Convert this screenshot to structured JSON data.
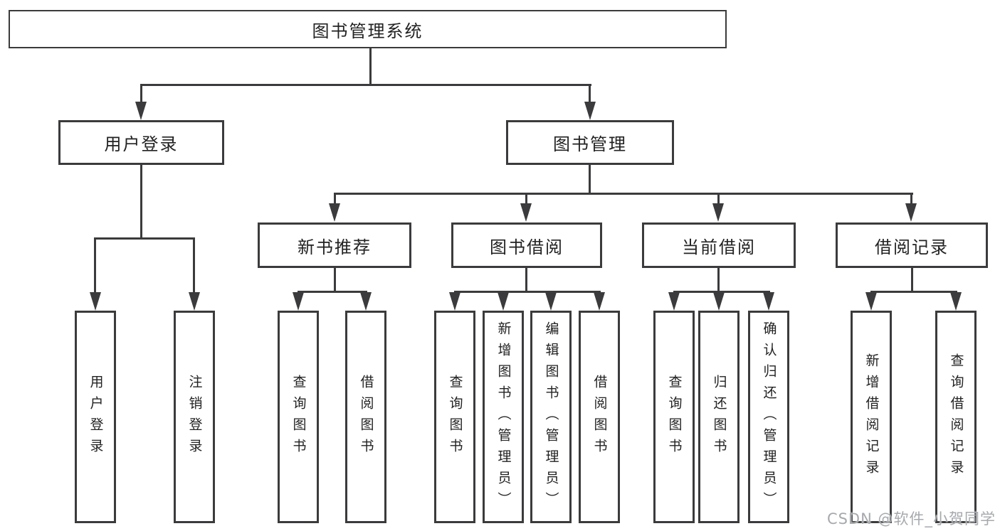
{
  "diagram_title": "图书管理系统",
  "tree": {
    "root": {
      "label": "图书管理系统"
    },
    "branches": [
      {
        "label": "用户登录",
        "children": [
          {
            "label": "用户登录"
          },
          {
            "label": "注销登录"
          }
        ]
      },
      {
        "label": "图书管理",
        "children": [
          {
            "label": "新书推荐",
            "children": [
              {
                "label": "查询图书"
              },
              {
                "label": "借阅图书"
              }
            ]
          },
          {
            "label": "图书借阅",
            "children": [
              {
                "label": "查询图书"
              },
              {
                "label": "新增图书（管理员）"
              },
              {
                "label": "编辑图书（管理员）"
              },
              {
                "label": "借阅图书"
              }
            ]
          },
          {
            "label": "当前借阅",
            "children": [
              {
                "label": "查询图书"
              },
              {
                "label": "归还图书"
              },
              {
                "label": "确认归还（管理员）"
              }
            ]
          },
          {
            "label": "借阅记录",
            "children": [
              {
                "label": "新增借阅记录"
              },
              {
                "label": "查询借阅记录"
              }
            ]
          }
        ]
      }
    ]
  },
  "watermark": {
    "text": "CSDN @软件_小贺同学"
  },
  "colors": {
    "line": "#3b3b3d",
    "text": "#222222",
    "watermark": "#a6a9ad",
    "background": "#ffffff"
  }
}
